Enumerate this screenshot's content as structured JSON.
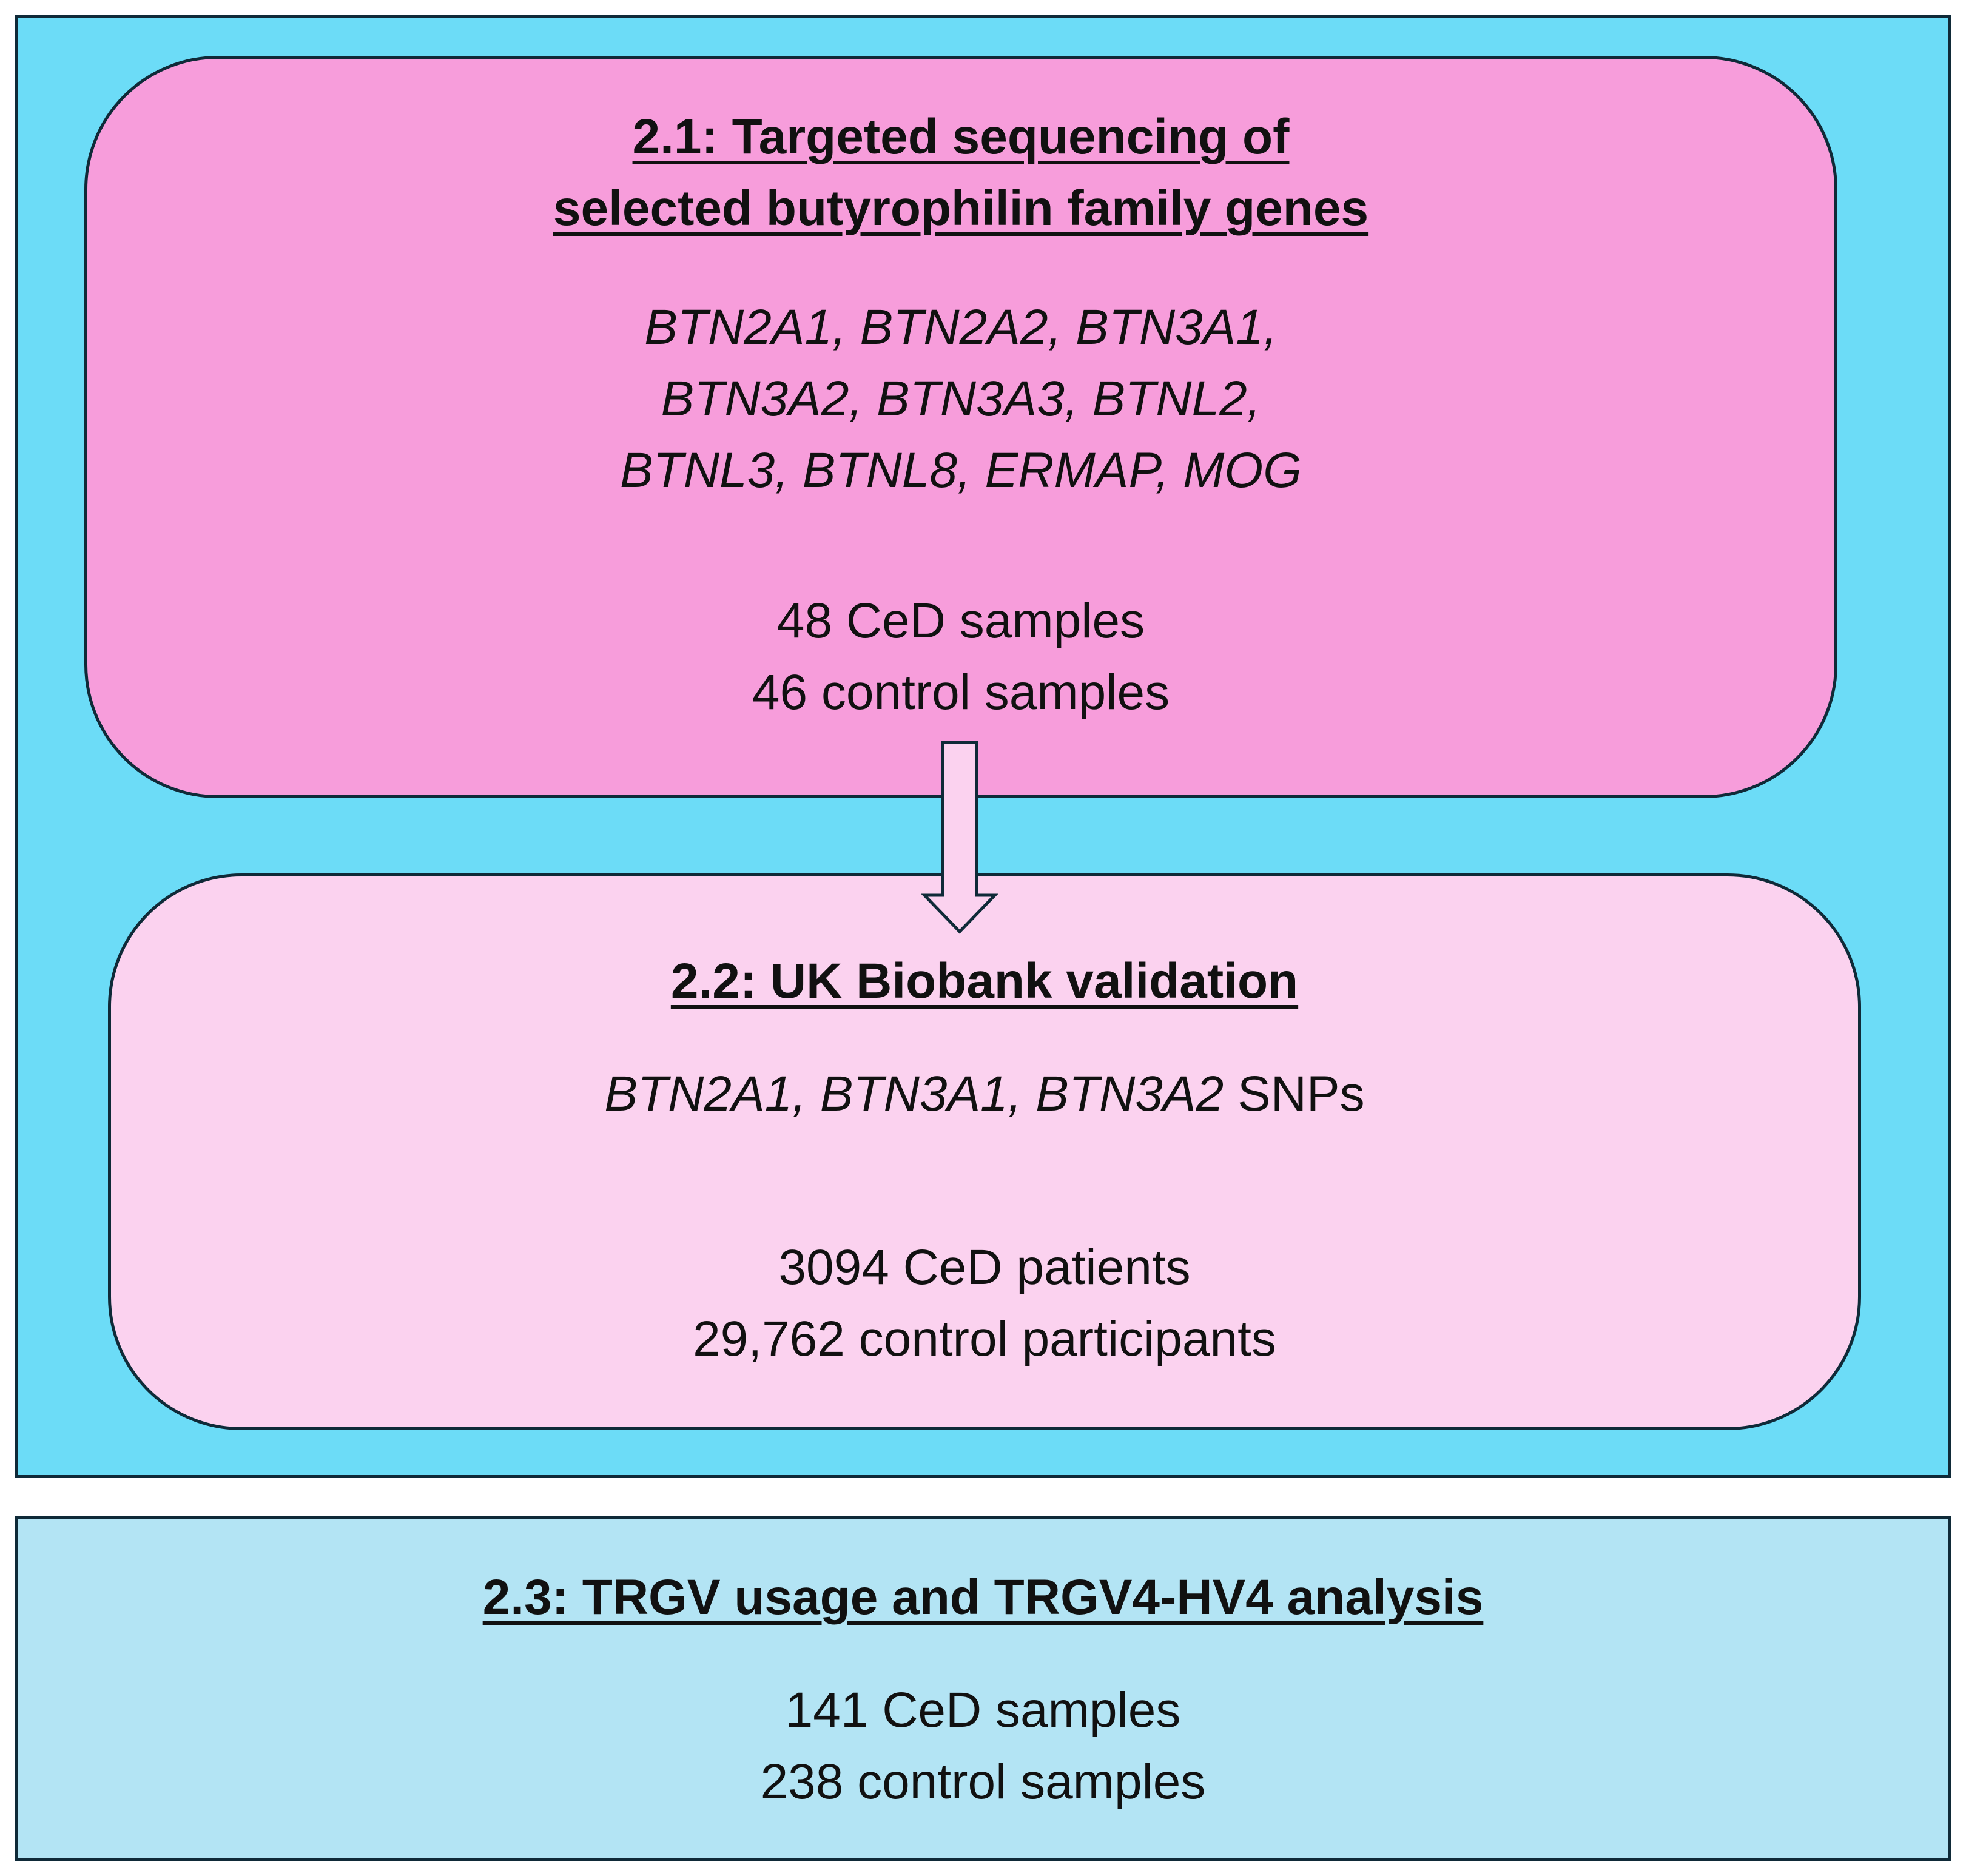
{
  "colors": {
    "outer_panel": "#6cdcf7",
    "box_21": "#f79ddb",
    "box_22": "#fbd2ef",
    "bottom_panel": "#b3e4f4",
    "arrow_fill": "#fbd2ef",
    "border": "#0f2a38"
  },
  "box_21": {
    "title_line1": "2.1: Targeted sequencing of",
    "title_line2": "selected butyrophilin family genes",
    "genes_line1": "BTN2A1, BTN2A2, BTN3A1,",
    "genes_line2": "BTN3A2, BTN3A3, BTNL2,",
    "genes_line3": "BTNL3, BTNL8, ERMAP, MOG",
    "ced_samples": "48 CeD samples",
    "control_samples": "46 control samples"
  },
  "box_22": {
    "title": "2.2: UK Biobank validation",
    "snp_genes": "BTN2A1, BTN3A1, BTN3A2",
    "snp_suffix": " SNPs",
    "ced_patients": "3094 CeD patients",
    "control_participants": "29,762 control participants"
  },
  "box_23": {
    "title": "2.3: TRGV usage and TRGV4-HV4 analysis",
    "ced_samples": "141 CeD samples",
    "control_samples": "238 control samples"
  }
}
